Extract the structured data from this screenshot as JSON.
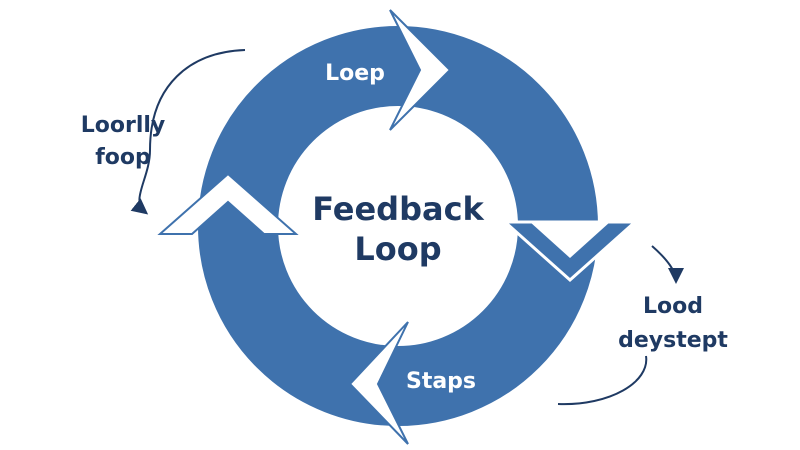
{
  "colors": {
    "ring": "#3f72ad",
    "text_dark": "#1f3a63",
    "text_on_ring": "#ffffff",
    "background": "#ffffff"
  },
  "center": {
    "line1": "Feedback",
    "line2": "Loop"
  },
  "ring_labels": {
    "top": "Loep",
    "bottom": "Staps"
  },
  "side_labels": {
    "left": {
      "line1": "Loorlly",
      "line2": "foop"
    },
    "right": {
      "line1": "Lood",
      "line2": "deystept"
    }
  }
}
